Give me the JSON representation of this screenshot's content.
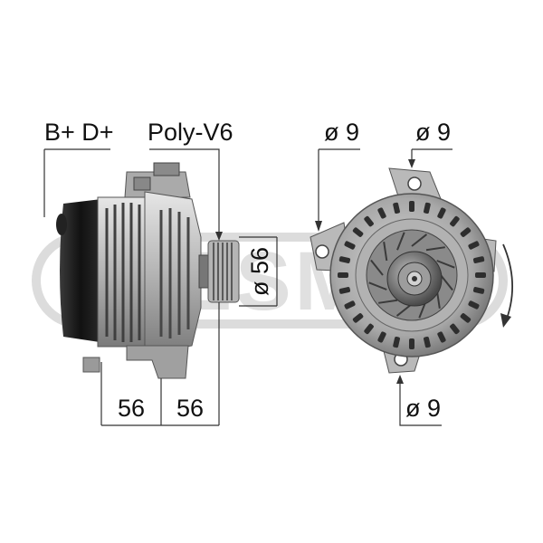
{
  "watermark": {
    "text": "MESMO",
    "color": "#d9d9d9"
  },
  "labels": {
    "terminals": "B+ D+",
    "belt": "Poly-V6",
    "pulley_diameter": "ø 56",
    "offset_left": "56",
    "offset_right": "56",
    "hole_top_left": "ø 9",
    "hole_top_right": "ø 9",
    "hole_bottom": "ø 9"
  },
  "colors": {
    "metal_light": "#c8c8c8",
    "metal_mid": "#9a9a9a",
    "metal_dark": "#555555",
    "rear_cap": "#1a1a1a",
    "line": "#333333"
  },
  "icons": {
    "rotation": "rotation-arrow-icon"
  }
}
